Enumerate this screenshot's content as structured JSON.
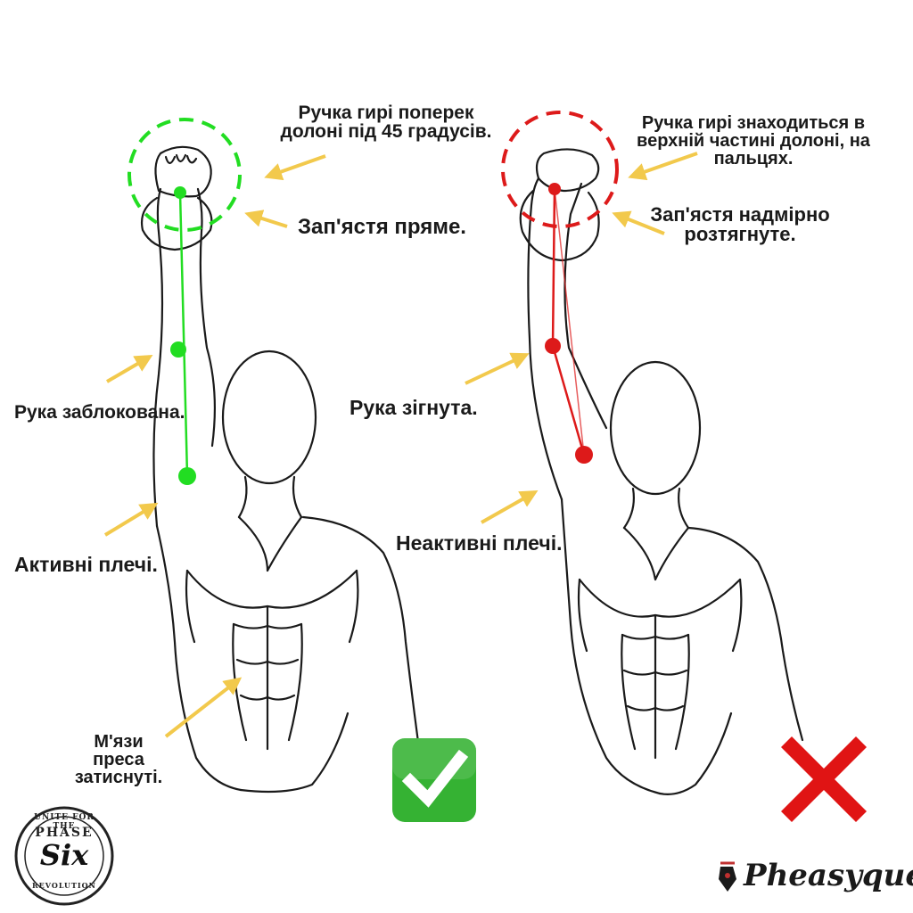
{
  "colors": {
    "good": "#22dd22",
    "bad": "#dd1a1a",
    "arrow": "#f2c94c",
    "ink": "#1a1a1a",
    "check_bg": "#35b233",
    "cross": "#e01414"
  },
  "left": {
    "grip": [
      "Ручка гирі поперек",
      "долоні під 45 градусів."
    ],
    "wrist": "Зап'ястя пряме.",
    "arm": "Рука заблокована.",
    "shoulders": "Активні плечі.",
    "abs": [
      "М'язи",
      "преса",
      "затиснуті."
    ]
  },
  "right": {
    "grip": [
      "Ручка гирі знаходиться в",
      "верхній частині долоні, на",
      "пальцях."
    ],
    "wrist": [
      "Зап'ястя надмірно",
      "розтягнуте."
    ],
    "arm": "Рука зігнута.",
    "shoulders": "Неактивні плечі."
  },
  "verdict": {
    "correct_icon": "check-mark-icon",
    "wrong_icon": "cross-mark-icon"
  },
  "logos": {
    "left": {
      "top": "UNITE FOR THE",
      "middle": "PHASE",
      "script": "Six",
      "bottom": "REVOLUTION"
    },
    "right": {
      "text": "Pheasyque",
      "icon": "pen-nib-icon"
    }
  }
}
